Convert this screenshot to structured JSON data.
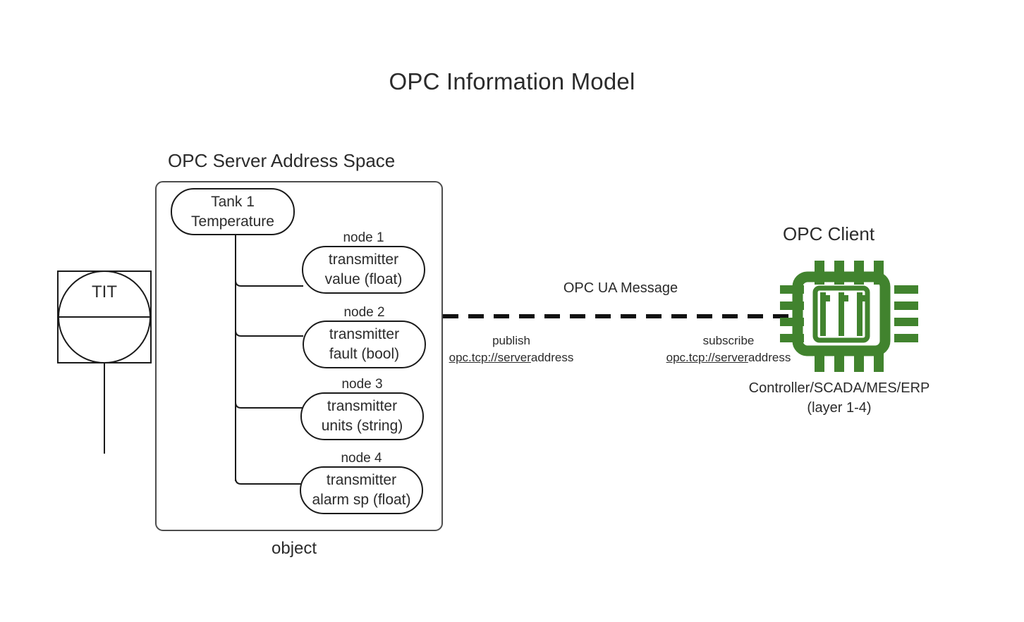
{
  "title": "OPC Information Model",
  "server": {
    "caption": "OPC Server Address Space",
    "object_caption": "object",
    "root": {
      "line1": "Tank 1",
      "line2": "Temperature"
    },
    "nodes": [
      {
        "tag": "node 1",
        "line1": "transmitter",
        "line2": "value (float)"
      },
      {
        "tag": "node 2",
        "line1": "transmitter",
        "line2": "fault (bool)"
      },
      {
        "tag": "node 3",
        "line1": "transmitter",
        "line2": "units (string)"
      },
      {
        "tag": "node 4",
        "line1": "transmitter",
        "line2": "alarm sp (float)"
      }
    ]
  },
  "field_device": {
    "tag": "TIT"
  },
  "link": {
    "message_label": "OPC UA Message",
    "publish": {
      "verb": "publish",
      "address_link": "opc.tcp://server",
      "address_rest": "address"
    },
    "subscribe": {
      "verb": "subscribe",
      "address_link": "opc.tcp://server",
      "address_rest": "address"
    }
  },
  "client": {
    "caption": "OPC Client",
    "sub_line1": "Controller/SCADA/MES/ERP",
    "sub_line2": "(layer 1-4)",
    "icon": "cpu-chip-icon"
  },
  "colors": {
    "stroke": "#1a1a1a",
    "box_stroke": "#4d4d4d",
    "chip_green": "#41832e",
    "text": "#2b2b2b",
    "background": "#ffffff"
  }
}
